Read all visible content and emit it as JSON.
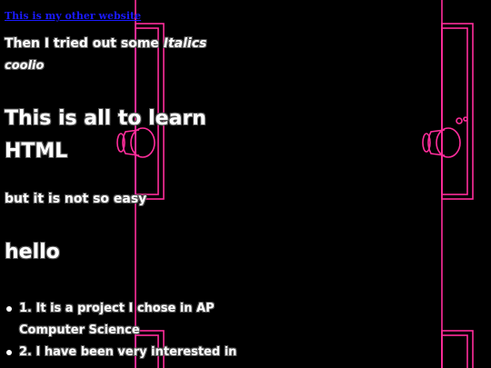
{
  "colors": {
    "background": "#000000",
    "text": "#ffffff",
    "link": "#1a1aff",
    "door": "#ff2d9b"
  },
  "link": {
    "label": "This is my other website"
  },
  "intro": {
    "prefix": "Then I tried out some ",
    "italic": "Italics"
  },
  "coolio": "coolio",
  "heading": "This is all to learn HTML",
  "easy_line": "but it is not so easy",
  "hello": "hello",
  "list": {
    "items": [
      "1. It is a project I chose in AP Computer Science",
      "2. I have been very interested in"
    ]
  }
}
